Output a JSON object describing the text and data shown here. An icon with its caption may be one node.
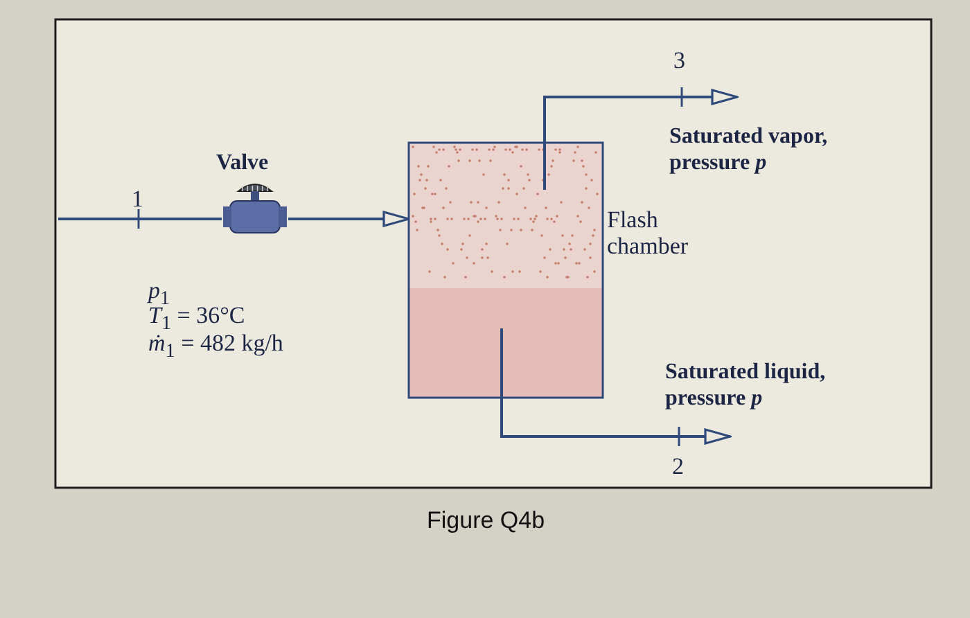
{
  "diagram": {
    "caption": "Figure Q4b",
    "nodes": [
      {
        "text": [
          "Valve"
        ]
      },
      {
        "text": [
          "Flash chamber"
        ]
      }
    ],
    "edges": [
      {
        "from": null,
        "to": 0,
        "arrow": "none"
      },
      {
        "from": 0,
        "to": 1,
        "arrow": "to"
      },
      {
        "from": 1,
        "to": null,
        "arrow": "to"
      },
      {
        "from": 1,
        "to": null,
        "arrow": "to"
      }
    ],
    "labels": [
      "3",
      "Saturated vapor, pressure *p*",
      "1",
      "*p*$_{1}$",
      "*T*$_{1}$ = 36°C",
      "*ṁ*$_{1}$ = 482 kg/h",
      "Saturated liquid, pressure *p*",
      "2"
    ]
  }
}
